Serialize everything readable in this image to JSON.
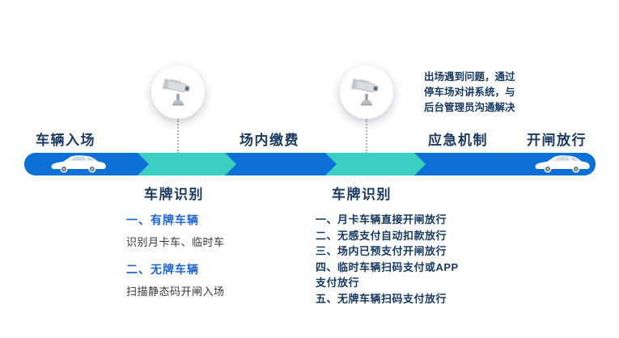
{
  "colors": {
    "segment_blue": "#0c70d6",
    "segment_teal": "#3bcfc4",
    "label_navy": "#1c3a60",
    "heading_blue": "#1a64d8",
    "body_text": "#33383d",
    "list_navy": "#17395f"
  },
  "flow": {
    "top_labels": [
      "车辆入场",
      "场内缴费",
      "应急机制",
      "开闸放行"
    ],
    "bottom_labels": [
      "车牌识别",
      "车牌识别"
    ],
    "icons": {
      "camera": "cctv-camera-icon",
      "car_left": "car-icon",
      "car_right": "car-icon",
      "connector": "dotted-line"
    }
  },
  "emergency_note": {
    "line1": "出场遇到问题，通过",
    "line2": "停车场对讲系统，与",
    "line3": "后台管理员沟通解决"
  },
  "entry_rules": {
    "item1_heading": "一、有牌车辆",
    "item1_body": "识别月卡车、临时车",
    "item2_heading": "二、无牌车辆",
    "item2_body": "扫描静态码开闸入场"
  },
  "exit_rules": {
    "line1": "一、月卡车辆直接开闸放行",
    "line2": "二、无感支付自动扣款放行",
    "line3": "三、场内已预支付开闸放行",
    "line4": "四、临时车辆扫码支付或APP",
    "line5": "支付放行",
    "line6": "五、无牌车辆扫码支付放行"
  }
}
